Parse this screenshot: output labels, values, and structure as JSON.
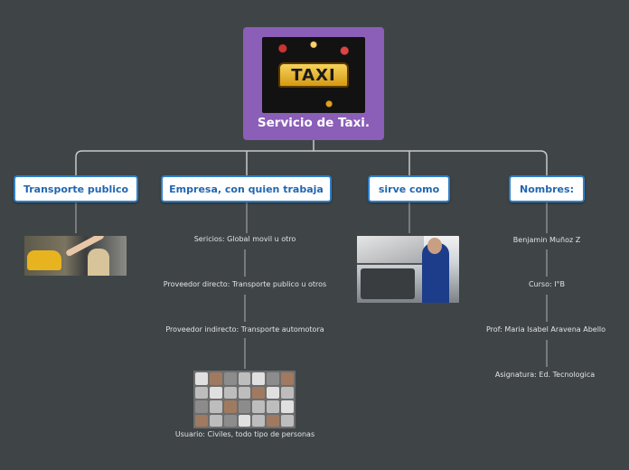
{
  "root": {
    "title": "Servicio de Taxi.",
    "image_text": "TAXI"
  },
  "branches": [
    {
      "label": "Transporte publico",
      "children": []
    },
    {
      "label": "Empresa, con quien trabaja",
      "children": [
        "Sericios: Global movil u otro",
        "Proveedor directo: Transporte publico u otros",
        "Proveedor indirecto: Transporte automotora",
        "Usuario: Civiles, todo tipo de personas"
      ]
    },
    {
      "label": "sirve como",
      "children": []
    },
    {
      "label": "Nombres:",
      "children": [
        "Benjamin Muñoz Z",
        "Curso: I°B",
        "Prof: Maria Isabel Aravena Abello",
        "Asignatura: Ed. Tecnologica"
      ]
    }
  ],
  "colors": {
    "background": "#3f4547",
    "root_fill": "#8b5eb8",
    "node_border": "#2f7fc8",
    "node_text": "#2266b0",
    "connector": "#c9c9c9"
  },
  "icons": {
    "root_image": "taxi-sign-photo",
    "transporte_image": "hailing-taxi-photo",
    "sirve_image": "mechanic-photo",
    "usuario_image": "faces-collage-photo"
  }
}
